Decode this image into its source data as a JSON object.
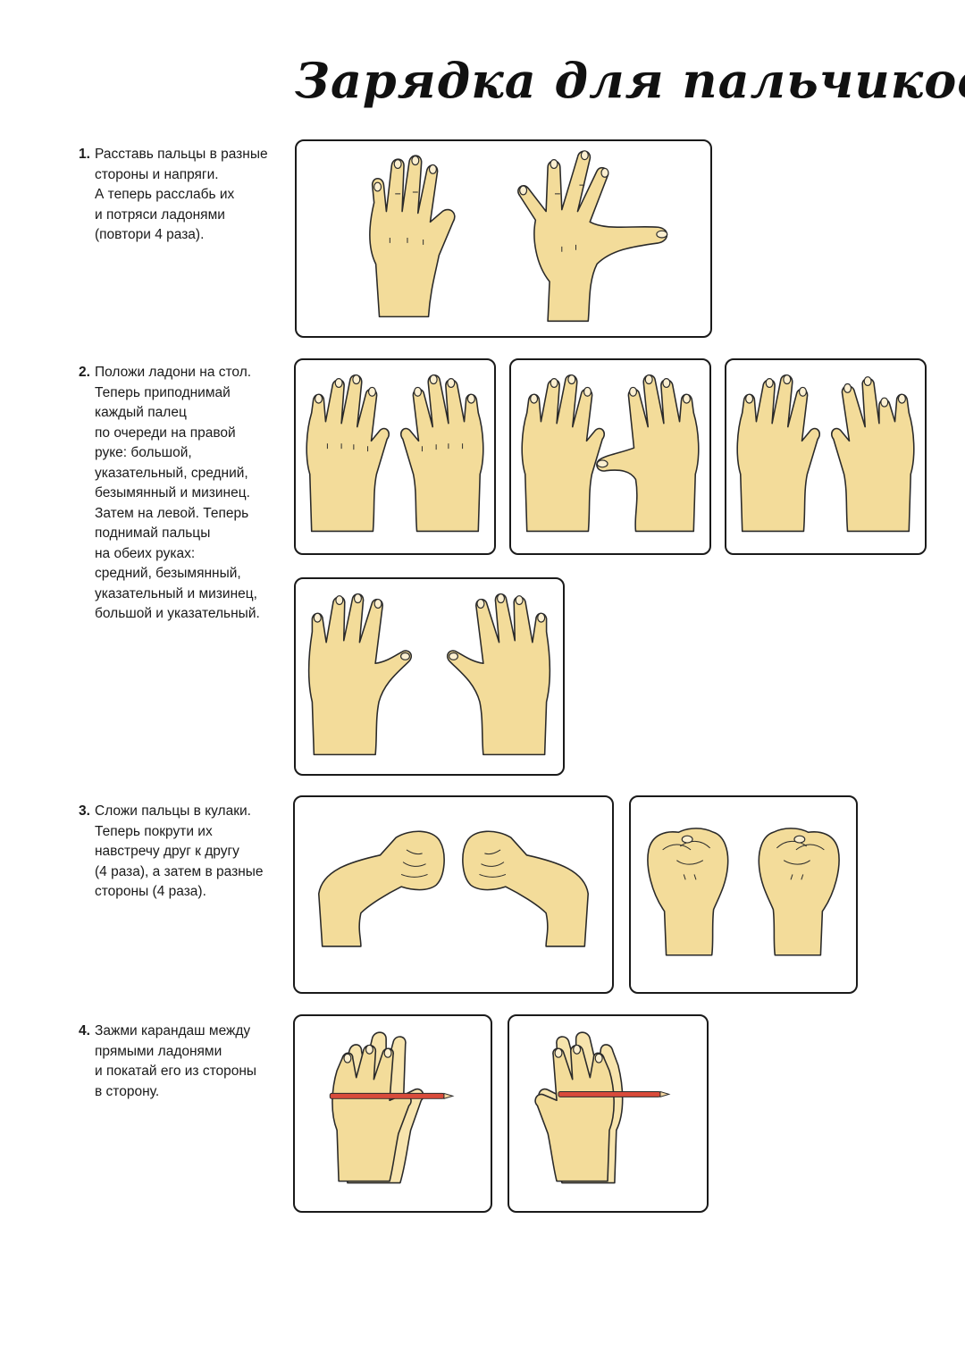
{
  "title": "Зарядка для пальчиков",
  "steps": [
    {
      "number": "1.",
      "lines": [
        "Расставь пальцы в разные",
        "стороны и напряги.",
        "А теперь расслабь их",
        "и потряси ладонями",
        "(повтори 4 раза)."
      ]
    },
    {
      "number": "2.",
      "lines": [
        "Положи ладони на стол.",
        "Теперь приподнимай",
        "каждый палец",
        "по очереди на правой",
        "руке: большой,",
        "указательный, средний,",
        "безымянный и мизинец.",
        "Затем на левой. Теперь",
        "поднимай пальцы",
        "на обеих руках:",
        "средний, безымянный,",
        "указательный и мизинец,",
        "большой и указательный."
      ]
    },
    {
      "number": "3.",
      "lines": [
        "Сложи пальцы в кулаки.",
        "Теперь покрути их",
        "навстречу друг к другу",
        "(4 раза), а затем в разные",
        "стороны (4 раза)."
      ]
    },
    {
      "number": "4.",
      "lines": [
        "Зажми карандаш между",
        "прямыми ладонями",
        "и покатай его из стороны",
        "в сторону."
      ]
    }
  ],
  "colors": {
    "skin": "#f3dc9a",
    "outline": "#2a2a2a",
    "pencil": "#d94b3b"
  }
}
